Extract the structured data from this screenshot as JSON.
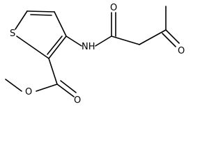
{
  "molecule": {
    "atoms": {
      "sulfur": "S",
      "amide_nitrogen": "NH",
      "amide_oxygen": "O",
      "ketone_oxygen": "O",
      "ester_carbonyl_oxygen": "O",
      "ester_ether_oxygen": "O"
    },
    "colors": {
      "bond": "#000000",
      "label": "#000000",
      "background": "#ffffff"
    }
  }
}
